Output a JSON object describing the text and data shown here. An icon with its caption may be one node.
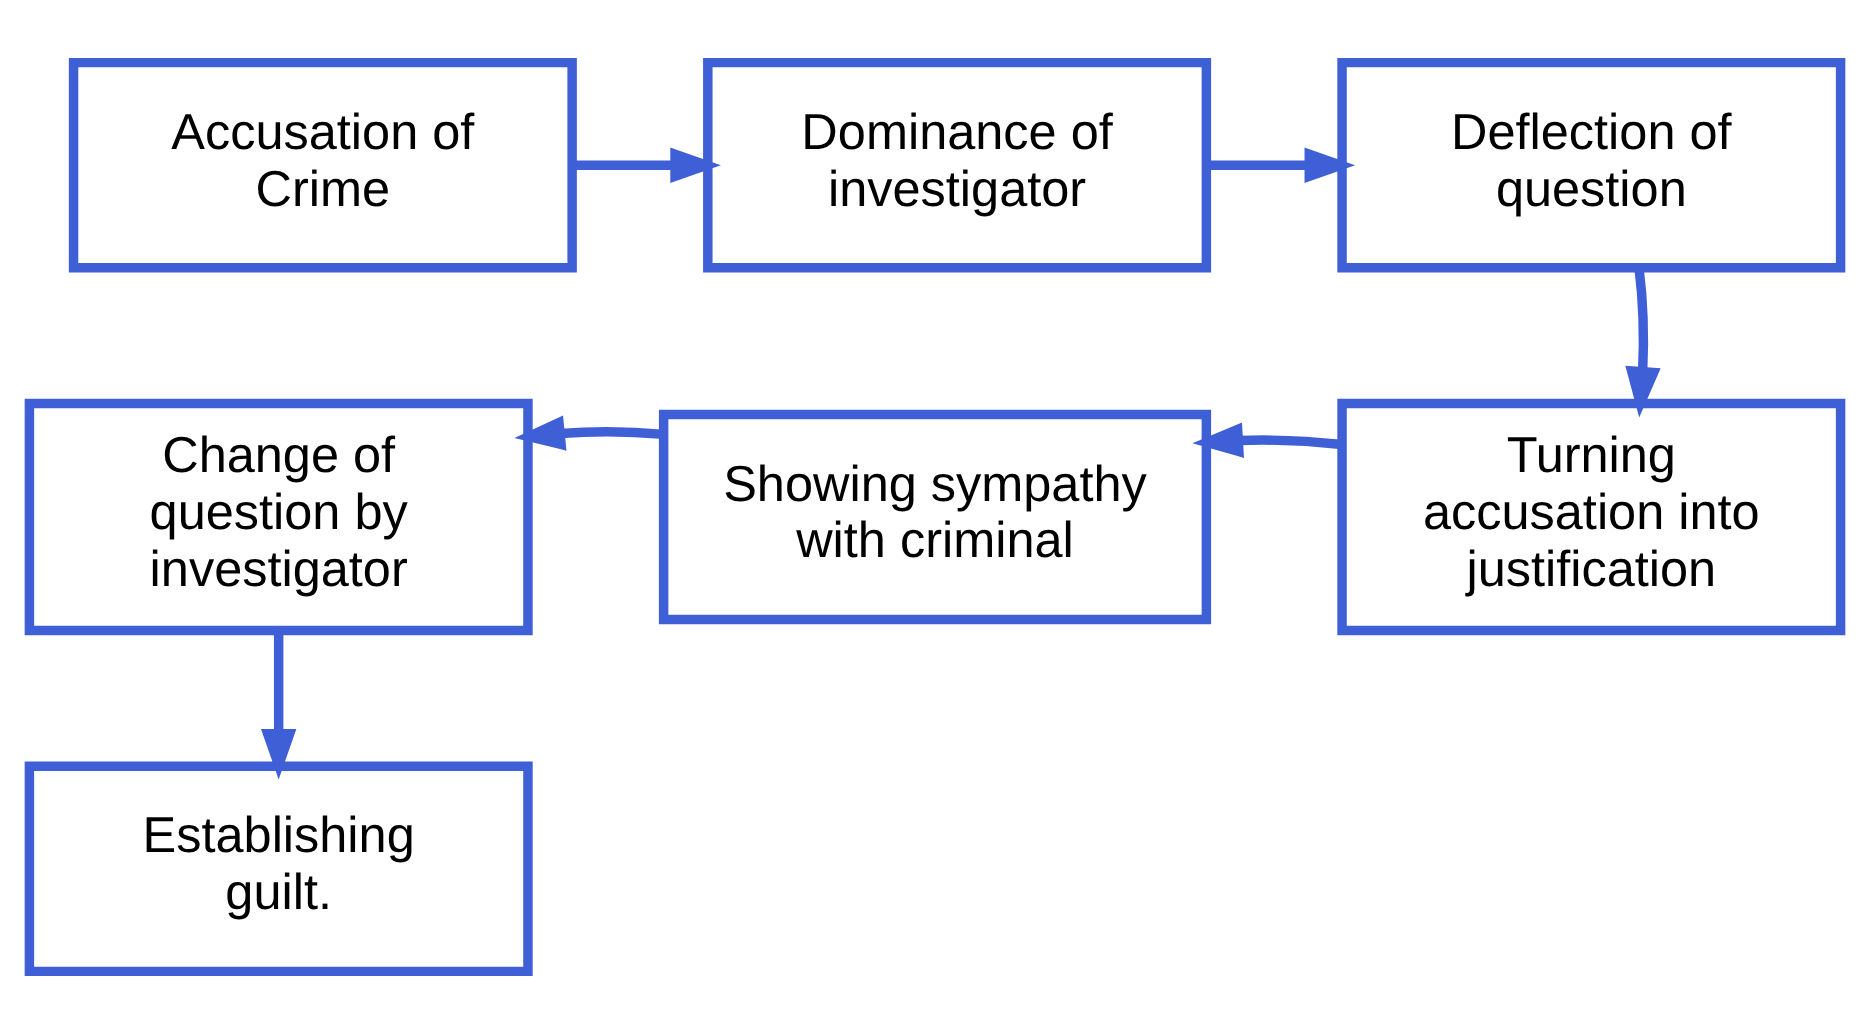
{
  "diagram": {
    "nodes": [
      {
        "text": [
          "Accusation of Crime"
        ]
      },
      {
        "text": [
          "Dominance of investigator"
        ]
      },
      {
        "text": [
          "Deflection of question"
        ]
      },
      {
        "text": [
          "Turning accusation into justification"
        ]
      },
      {
        "text": [
          "Showing sympathy with criminal"
        ]
      },
      {
        "text": [
          "Change of question by investigator"
        ]
      },
      {
        "text": [
          "Establishing guilt."
        ]
      }
    ],
    "edges": [
      {
        "from": 0,
        "to": 1,
        "arrow": "to"
      },
      {
        "from": 1,
        "to": 2,
        "arrow": "to"
      },
      {
        "from": 2,
        "to": 3,
        "arrow": "to"
      },
      {
        "from": 3,
        "to": 4,
        "arrow": "to"
      },
      {
        "from": 4,
        "to": 5,
        "arrow": "to"
      },
      {
        "from": 5,
        "to": 6,
        "arrow": "to"
      }
    ]
  }
}
